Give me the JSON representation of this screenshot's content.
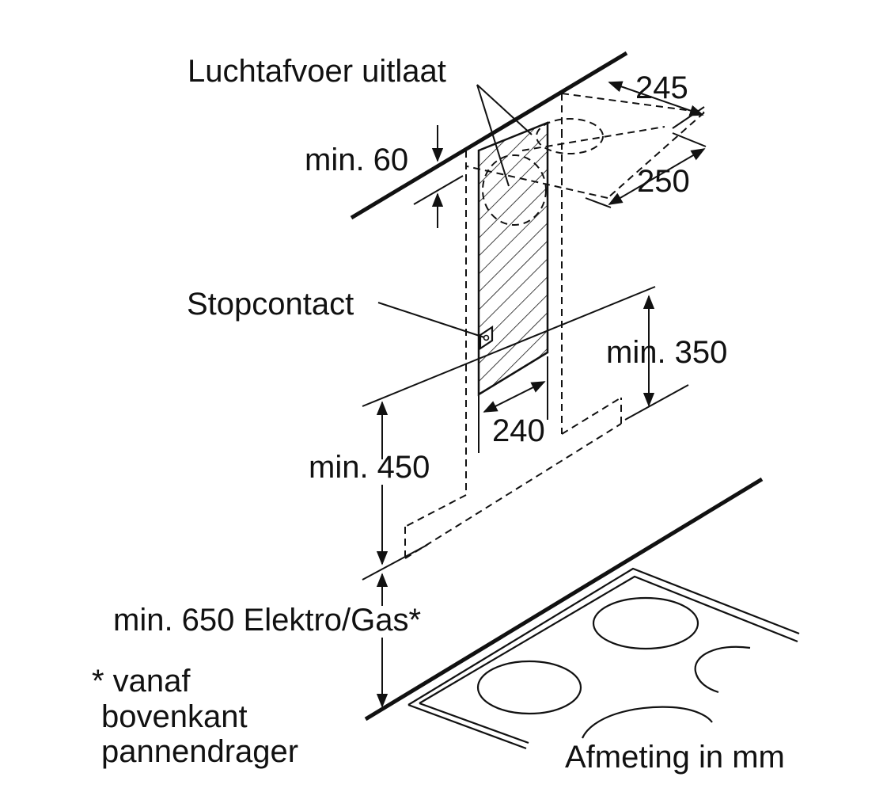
{
  "labels": {
    "air_outlet": "Luchtafvoer uitlaat",
    "min_60": "min. 60",
    "dim_245": "245",
    "dim_250": "250",
    "socket": "Stopcontact",
    "min_350": "min. 350",
    "dim_240": "240",
    "min_450": "min. 450",
    "min_650": "min. 650 Elektro/Gas*",
    "footnote_line1": "* vanaf",
    "footnote_line2": "bovenkant",
    "footnote_line3": "pannendrager",
    "units": "Afmeting in mm"
  },
  "colors": {
    "ink": "#111111",
    "background": "#ffffff"
  }
}
